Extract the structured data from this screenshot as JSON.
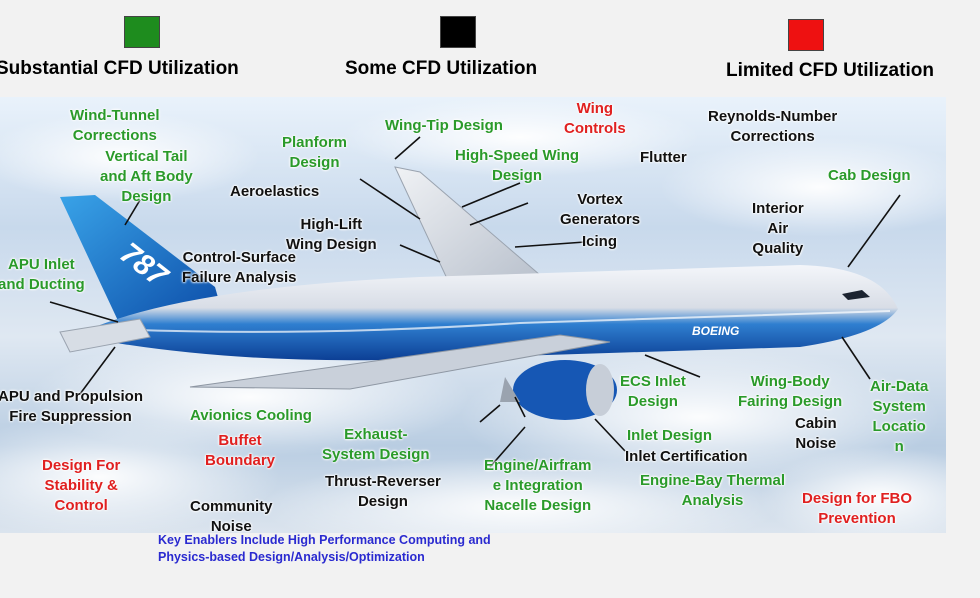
{
  "legend": [
    {
      "label": "Substantial CFD Utilization",
      "color": "#1e8c1e"
    },
    {
      "label": "Some CFD Utilization",
      "color": "#000000"
    },
    {
      "label": "Limited CFD Utilization",
      "color": "#ee1111"
    }
  ],
  "aircraft": {
    "tail_text": "787",
    "fuselage_text": "BOEING"
  },
  "labels": [
    {
      "id": "wind-tunnel",
      "text": "Wind-Tunnel\nCorrections",
      "category": "substantial"
    },
    {
      "id": "vertical-tail",
      "text": "Vertical Tail\nand Aft Body\nDesign",
      "category": "substantial"
    },
    {
      "id": "planform",
      "text": "Planform\nDesign",
      "category": "substantial"
    },
    {
      "id": "wing-tip",
      "text": "Wing-Tip Design",
      "category": "substantial"
    },
    {
      "id": "wing-controls",
      "text": "Wing\nControls",
      "category": "limited"
    },
    {
      "id": "reynolds",
      "text": "Reynolds-Number\nCorrections",
      "category": "some"
    },
    {
      "id": "high-speed-wing",
      "text": "High-Speed Wing\nDesign",
      "category": "substantial"
    },
    {
      "id": "flutter",
      "text": "Flutter",
      "category": "some"
    },
    {
      "id": "cab-design",
      "text": "Cab Design",
      "category": "substantial"
    },
    {
      "id": "aeroelastics",
      "text": "Aeroelastics",
      "category": "some"
    },
    {
      "id": "vortex-generators",
      "text": "Vortex\nGenerators",
      "category": "some"
    },
    {
      "id": "high-lift",
      "text": "High-Lift\nWing Design",
      "category": "some"
    },
    {
      "id": "icing",
      "text": "Icing",
      "category": "some"
    },
    {
      "id": "interior-air",
      "text": "Interior\nAir\nQuality",
      "category": "some"
    },
    {
      "id": "apu-inlet",
      "text": "APU Inlet\nand Ducting",
      "category": "substantial"
    },
    {
      "id": "control-surface",
      "text": "Control-Surface\nFailure Analysis",
      "category": "some"
    },
    {
      "id": "apu-propulsion",
      "text": "APU and Propulsion\nFire Suppression",
      "category": "some"
    },
    {
      "id": "avionics-cooling",
      "text": "Avionics Cooling",
      "category": "substantial"
    },
    {
      "id": "ecs-inlet",
      "text": "ECS Inlet\nDesign",
      "category": "substantial"
    },
    {
      "id": "wing-body",
      "text": "Wing-Body\nFairing Design",
      "category": "substantial"
    },
    {
      "id": "air-data",
      "text": "Air-Data\nSystem\nLocatio\nn",
      "category": "substantial"
    },
    {
      "id": "buffet",
      "text": "Buffet\nBoundary",
      "category": "limited"
    },
    {
      "id": "exhaust",
      "text": "Exhaust-\nSystem Design",
      "category": "substantial"
    },
    {
      "id": "cabin-noise",
      "text": "Cabin\nNoise",
      "category": "some"
    },
    {
      "id": "inlet-design",
      "text": "Inlet Design",
      "category": "substantial"
    },
    {
      "id": "inlet-cert",
      "text": "Inlet Certification",
      "category": "some"
    },
    {
      "id": "stability",
      "text": "Design For\nStability &\nControl",
      "category": "limited"
    },
    {
      "id": "thrust-reverser",
      "text": "Thrust-Reverser\nDesign",
      "category": "some"
    },
    {
      "id": "engine-airframe",
      "text": "Engine/Airfram\ne Integration\nNacelle Design",
      "category": "substantial"
    },
    {
      "id": "engine-bay",
      "text": "Engine-Bay Thermal\nAnalysis",
      "category": "substantial"
    },
    {
      "id": "community-noise",
      "text": "Community\nNoise",
      "category": "some"
    },
    {
      "id": "fbo-prevention",
      "text": "Design for FBO\nPrevention",
      "category": "limited"
    }
  ],
  "footer": "Key Enablers Include High Performance Computing and\nPhysics-based Design/Analysis/Optimization"
}
